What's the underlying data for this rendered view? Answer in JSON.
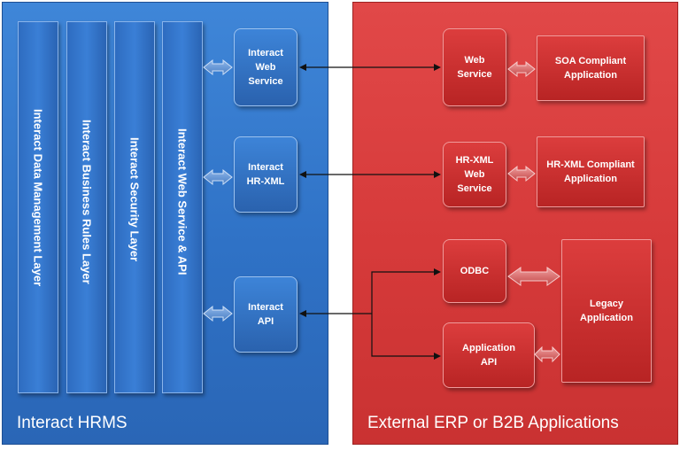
{
  "left_panel": {
    "title": "Interact HRMS",
    "layers": [
      "Interact  Data Management Layer",
      "Interact Business Rules  Layer",
      "Interact  Security Layer",
      "Interact Web Service  & API"
    ],
    "components": {
      "web_service": "Interact\nWeb\nService",
      "hr_xml": "Interact\nHR-XML",
      "api": "Interact\nAPI"
    },
    "color": "#2f72c6"
  },
  "right_panel": {
    "title": "External ERP or B2B Applications",
    "components": {
      "web_service": "Web\nService",
      "soa_app": "SOA Compliant\nApplication",
      "hr_xml_web_service": "HR-XML\nWeb\nService",
      "hr_xml_app": "HR-XML Compliant\nApplication",
      "odbc": "ODBC",
      "application_api": "Application\nAPI",
      "legacy_app": "Legacy\nApplication"
    },
    "color": "#d63a3a"
  }
}
